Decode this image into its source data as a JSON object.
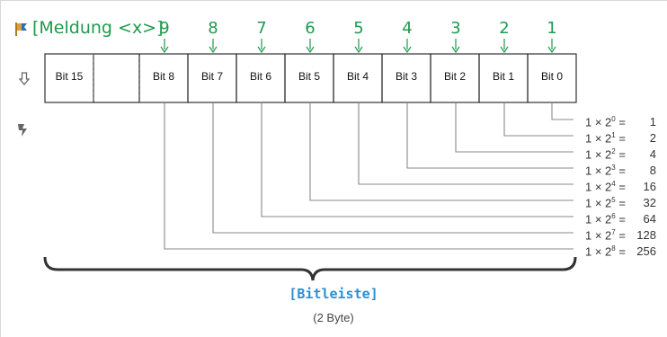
{
  "message_title": "[Meldung <x>]",
  "bit_numbers": [
    "9",
    "8",
    "7",
    "6",
    "5",
    "4",
    "3",
    "2",
    "1"
  ],
  "cells": [
    "Bit 15",
    "",
    "Bit 8",
    "Bit 7",
    "Bit 6",
    "Bit 5",
    "Bit 4",
    "Bit 3",
    "Bit 2",
    "Bit 1",
    "Bit 0"
  ],
  "formulas": [
    {
      "base": "1 × 2",
      "exp": "0",
      "eq": " =",
      "value": "1"
    },
    {
      "base": "1 × 2",
      "exp": "1",
      "eq": " =",
      "value": "2"
    },
    {
      "base": "1 × 2",
      "exp": "2",
      "eq": " =",
      "value": "4"
    },
    {
      "base": "1 × 2",
      "exp": "3",
      "eq": " =",
      "value": "8"
    },
    {
      "base": "1 × 2",
      "exp": "4",
      "eq": " =",
      "value": "16"
    },
    {
      "base": "1 × 2",
      "exp": "5",
      "eq": " =",
      "value": "32"
    },
    {
      "base": "1 × 2",
      "exp": "6",
      "eq": " =",
      "value": "64"
    },
    {
      "base": "1 × 2",
      "exp": "7",
      "eq": " =",
      "value": "128"
    },
    {
      "base": "1 × 2",
      "exp": "8",
      "eq": " =",
      "value": "256"
    }
  ],
  "bitleiste_label": "[Bitleiste]",
  "byte_label": "(2 Byte)",
  "colors": {
    "green": "#1e9a4e",
    "blue": "#2b8fd6",
    "line": "#888888"
  },
  "icons": [
    "flag-icon",
    "input-arrow-icon",
    "lightning-icon"
  ]
}
